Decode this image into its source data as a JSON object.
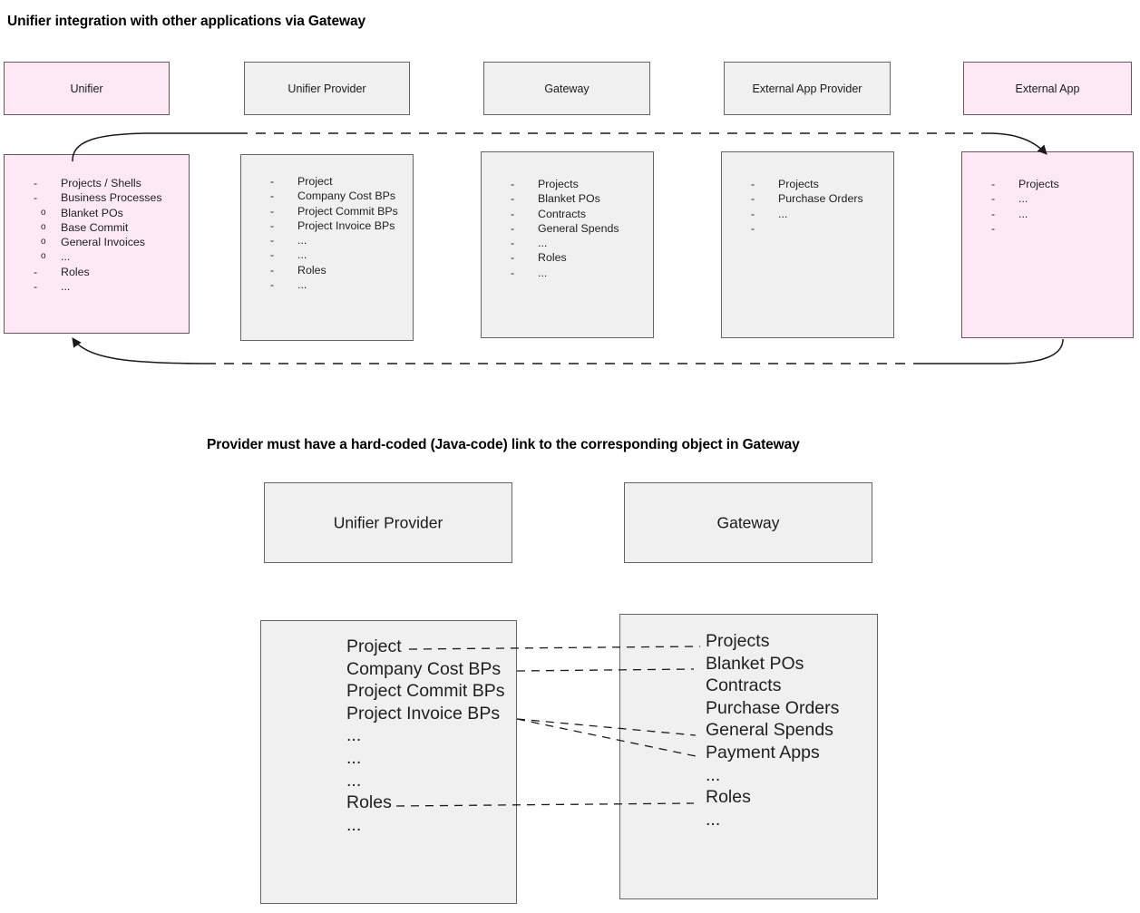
{
  "headings": {
    "top": "Unifier integration with other applications via Gateway",
    "middle": "Provider must have a hard-coded (Java-code) link to the corresponding object in Gateway"
  },
  "colors": {
    "pink_fill": "#fce9f5",
    "gray_fill": "#f0f0f0",
    "border": "#666666",
    "pink_border": "#6b5560",
    "line": "#1a1a1a"
  },
  "top_row": {
    "headers": [
      {
        "label": "Unifier",
        "style": "pink"
      },
      {
        "label": "Unifier Provider",
        "style": "gray"
      },
      {
        "label": "Gateway",
        "style": "gray"
      },
      {
        "label": "External App Provider",
        "style": "gray"
      },
      {
        "label": "External App",
        "style": "pink"
      }
    ],
    "panels": [
      {
        "name": "unifier-items",
        "style": "pink",
        "items": [
          {
            "marker": "-",
            "level": 1,
            "text": "Projects / Shells"
          },
          {
            "marker": "-",
            "level": 1,
            "text": "Business Processes"
          },
          {
            "marker": "o",
            "level": 2,
            "text": "Blanket POs"
          },
          {
            "marker": "o",
            "level": 2,
            "text": "Base Commit"
          },
          {
            "marker": "o",
            "level": 2,
            "text": "General Invoices"
          },
          {
            "marker": "o",
            "level": 2,
            "text": "..."
          },
          {
            "marker": "-",
            "level": 1,
            "text": "Roles"
          },
          {
            "marker": "-",
            "level": 1,
            "text": "..."
          }
        ]
      },
      {
        "name": "unifier-provider-items",
        "style": "gray",
        "items": [
          {
            "marker": "-",
            "level": 1,
            "text": "Project"
          },
          {
            "marker": "-",
            "level": 1,
            "text": "Company Cost BPs"
          },
          {
            "marker": "-",
            "level": 1,
            "text": "Project Commit BPs"
          },
          {
            "marker": "-",
            "level": 1,
            "text": "Project Invoice BPs"
          },
          {
            "marker": "-",
            "level": 1,
            "text": "..."
          },
          {
            "marker": "-",
            "level": 1,
            "text": "..."
          },
          {
            "marker": "-",
            "level": 1,
            "text": "Roles"
          },
          {
            "marker": "-",
            "level": 1,
            "text": "..."
          }
        ]
      },
      {
        "name": "gateway-items",
        "style": "gray",
        "items": [
          {
            "marker": "-",
            "level": 1,
            "text": "Projects"
          },
          {
            "marker": "-",
            "level": 1,
            "text": "Blanket POs"
          },
          {
            "marker": "-",
            "level": 1,
            "text": "Contracts"
          },
          {
            "marker": "-",
            "level": 1,
            "text": "General Spends"
          },
          {
            "marker": "-",
            "level": 1,
            "text": "..."
          },
          {
            "marker": "-",
            "level": 1,
            "text": "Roles"
          },
          {
            "marker": "-",
            "level": 1,
            "text": "..."
          }
        ]
      },
      {
        "name": "external-app-provider-items",
        "style": "gray",
        "items": [
          {
            "marker": "-",
            "level": 1,
            "text": "Projects"
          },
          {
            "marker": "-",
            "level": 1,
            "text": "Purchase Orders"
          },
          {
            "marker": "-",
            "level": 1,
            "text": "..."
          },
          {
            "marker": "-",
            "level": 1,
            "text": ""
          }
        ]
      },
      {
        "name": "external-app-items",
        "style": "pink",
        "items": [
          {
            "marker": "-",
            "level": 1,
            "text": "Projects"
          },
          {
            "marker": "-",
            "level": 1,
            "text": "..."
          },
          {
            "marker": "-",
            "level": 1,
            "text": "..."
          },
          {
            "marker": "-",
            "level": 1,
            "text": ""
          }
        ]
      }
    ]
  },
  "bottom_section": {
    "headers": [
      {
        "label": "Unifier Provider"
      },
      {
        "label": "Gateway"
      }
    ],
    "provider_items": [
      "Project",
      "Company Cost BPs",
      "Project Commit BPs",
      "Project Invoice BPs",
      "...",
      "...",
      "...",
      "Roles",
      "..."
    ],
    "gateway_items": [
      "Projects",
      "Blanket POs",
      "Contracts",
      "Purchase Orders",
      "General Spends",
      "Payment Apps",
      "...",
      "Roles",
      "..."
    ]
  }
}
